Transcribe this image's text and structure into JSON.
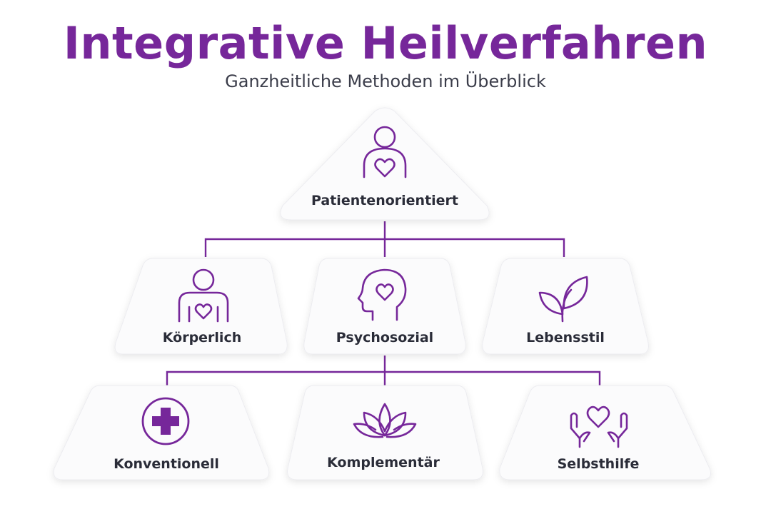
{
  "title": "Integrative Heilverfahren",
  "subtitle": "Ganzheitliche Methoden im Überblick",
  "nodes": {
    "top": {
      "label": "Patientenorientiert",
      "icon": "person-heart-icon"
    },
    "level1": [
      {
        "label": "Körperlich",
        "icon": "body-heart-icon"
      },
      {
        "label": "Psychosozial",
        "icon": "head-heart-icon"
      },
      {
        "label": "Lebensstil",
        "icon": "leaves-icon"
      }
    ],
    "level2": [
      {
        "label": "Konventionell",
        "icon": "medical-cross-icon"
      },
      {
        "label": "Komplementär",
        "icon": "lotus-icon"
      },
      {
        "label": "Selbsthilfe",
        "icon": "hands-heart-icon"
      }
    ]
  },
  "colors": {
    "accent": "#76279a",
    "node_fill": "#fbfbfc",
    "text": "#2a2c38",
    "subtitle": "#3b3d4a"
  }
}
